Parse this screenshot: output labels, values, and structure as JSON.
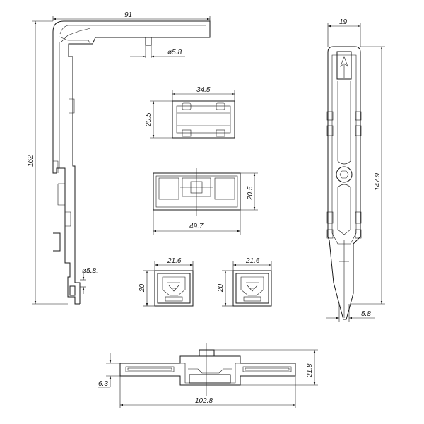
{
  "dimensions": {
    "top_view_width": "91",
    "pin_diameter_top": "ø5.8",
    "total_height": "162",
    "block_width": "34.5",
    "block_height_top": "20.5",
    "plate_width": "49.7",
    "plate_height": "20.5",
    "clip_left_width": "21.6",
    "clip_left_height": "20",
    "clip_right_width": "21.6",
    "clip_right_height": "20",
    "pin_diameter_bottom": "ø5.8",
    "side_width": "19",
    "side_height": "147.9",
    "side_foot": "5.8",
    "bottom_length": "102.8",
    "bottom_height": "21.8",
    "bottom_offset": "6.3"
  }
}
